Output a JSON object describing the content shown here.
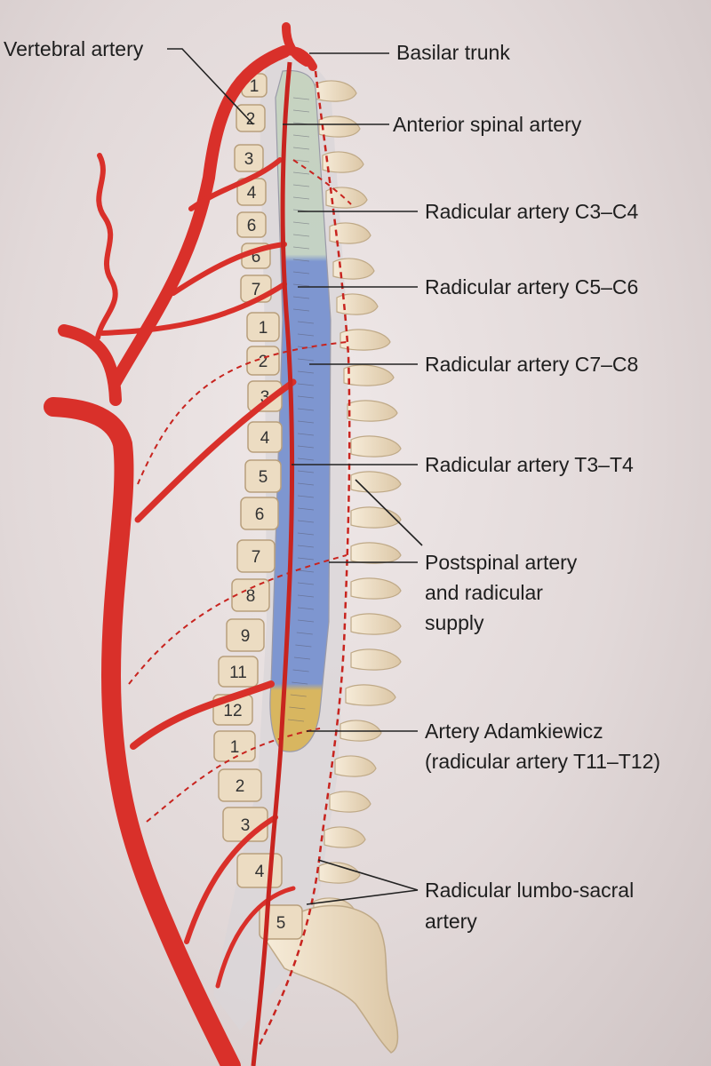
{
  "vertebrae": {
    "cervical": [
      "1",
      "2",
      "3",
      "4",
      "6",
      "6",
      "7"
    ],
    "thoracic": [
      "1",
      "2",
      "3",
      "4",
      "5",
      "6",
      "7",
      "8",
      "9",
      "11",
      "12"
    ],
    "lumbar": [
      "1",
      "2",
      "3",
      "4",
      "5"
    ]
  },
  "labels": {
    "vertebral_artery": "Vertebral artery",
    "basilar_trunk": "Basilar trunk",
    "anterior_spinal_artery": "Anterior spinal artery",
    "radicular_c3_c4": "Radicular artery C3–C4",
    "radicular_c5_c6": "Radicular artery C5–C6",
    "radicular_c7_c8": "Radicular artery C7–C8",
    "radicular_t3_t4": "Radicular artery T3–T4",
    "postspinal_line1": "Postspinal artery",
    "postspinal_line2": "and radicular",
    "postspinal_line3": "supply",
    "adamkiewicz_line1": "Artery Adamkiewicz",
    "adamkiewicz_line2": "(radicular artery T11–T12)",
    "lumbosacral_line1": "Radicular lumbo-sacral",
    "lumbosacral_line2": "artery"
  },
  "colors": {
    "artery": "#d9302a",
    "artery_dark": "#a81c18",
    "cord_cervical": "#c7d3c0",
    "cord_thoracic": "#7e96d0",
    "cord_conus": "#d8b660",
    "bone": "#ecdcc2"
  }
}
